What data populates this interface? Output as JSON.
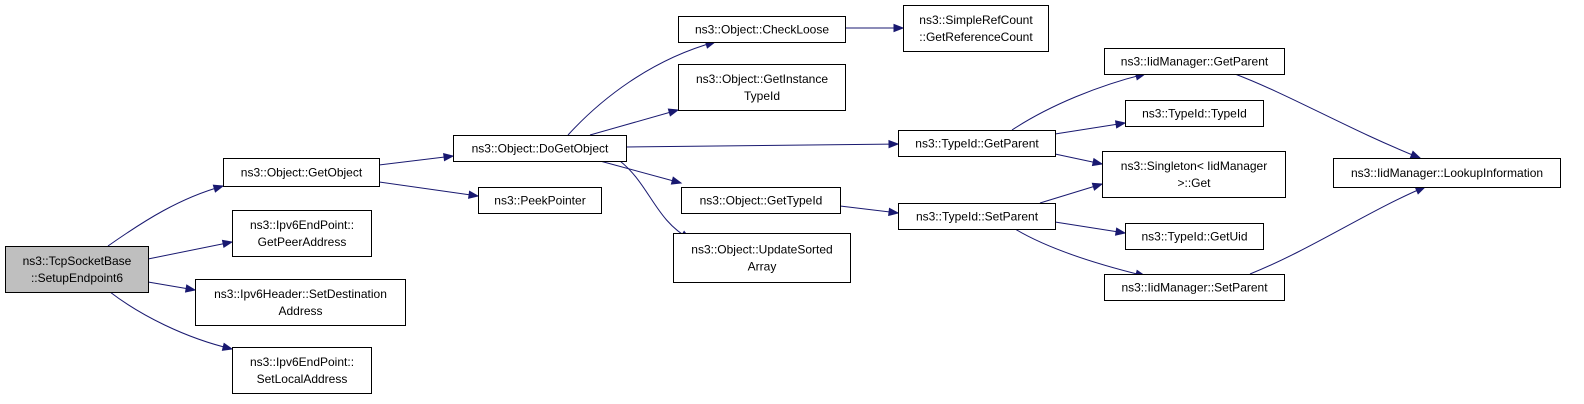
{
  "diagram": {
    "type": "call-graph",
    "root": "setup-endpoint6",
    "nodes": [
      {
        "id": "setup-endpoint6",
        "lines": [
          "ns3::TcpSocketBase",
          "::SetupEndpoint6"
        ],
        "root": true
      },
      {
        "id": "get-object",
        "lines": [
          "ns3::Object::GetObject"
        ]
      },
      {
        "id": "get-peer-address",
        "lines": [
          "ns3::Ipv6EndPoint::",
          "GetPeerAddress"
        ]
      },
      {
        "id": "set-destination-address",
        "lines": [
          "ns3::Ipv6Header::SetDestination",
          "Address"
        ]
      },
      {
        "id": "set-local-address",
        "lines": [
          "ns3::Ipv6EndPoint::",
          "SetLocalAddress"
        ]
      },
      {
        "id": "do-get-object",
        "lines": [
          "ns3::Object::DoGetObject"
        ]
      },
      {
        "id": "peek-pointer",
        "lines": [
          "ns3::PeekPointer"
        ]
      },
      {
        "id": "check-loose",
        "lines": [
          "ns3::Object::CheckLoose"
        ]
      },
      {
        "id": "get-instance-typeid",
        "lines": [
          "ns3::Object::GetInstance",
          "TypeId"
        ]
      },
      {
        "id": "object-get-typeid",
        "lines": [
          "ns3::Object::GetTypeId"
        ]
      },
      {
        "id": "update-sorted-array",
        "lines": [
          "ns3::Object::UpdateSorted",
          "Array"
        ]
      },
      {
        "id": "get-reference-count",
        "lines": [
          "ns3::SimpleRefCount",
          "::GetReferenceCount"
        ]
      },
      {
        "id": "typeid-get-parent",
        "lines": [
          "ns3::TypeId::GetParent"
        ]
      },
      {
        "id": "typeid-set-parent",
        "lines": [
          "ns3::TypeId::SetParent"
        ]
      },
      {
        "id": "iidmanager-get-parent",
        "lines": [
          "ns3::IidManager::GetParent"
        ]
      },
      {
        "id": "typeid-typeid",
        "lines": [
          "ns3::TypeId::TypeId"
        ]
      },
      {
        "id": "singleton-get",
        "lines": [
          "ns3::Singleton< IidManager",
          ">::Get"
        ]
      },
      {
        "id": "typeid-get-uid",
        "lines": [
          "ns3::TypeId::GetUid"
        ]
      },
      {
        "id": "iidmanager-set-parent",
        "lines": [
          "ns3::IidManager::SetParent"
        ]
      },
      {
        "id": "lookup-information",
        "lines": [
          "ns3::IidManager::LookupInformation"
        ]
      }
    ],
    "edges": [
      {
        "from": "setup-endpoint6",
        "to": "get-object"
      },
      {
        "from": "setup-endpoint6",
        "to": "get-peer-address"
      },
      {
        "from": "setup-endpoint6",
        "to": "set-destination-address"
      },
      {
        "from": "setup-endpoint6",
        "to": "set-local-address"
      },
      {
        "from": "get-object",
        "to": "do-get-object"
      },
      {
        "from": "get-object",
        "to": "peek-pointer"
      },
      {
        "from": "do-get-object",
        "to": "check-loose"
      },
      {
        "from": "do-get-object",
        "to": "get-instance-typeid"
      },
      {
        "from": "do-get-object",
        "to": "typeid-get-parent"
      },
      {
        "from": "do-get-object",
        "to": "object-get-typeid"
      },
      {
        "from": "do-get-object",
        "to": "update-sorted-array"
      },
      {
        "from": "check-loose",
        "to": "get-reference-count"
      },
      {
        "from": "object-get-typeid",
        "to": "typeid-set-parent"
      },
      {
        "from": "typeid-get-parent",
        "to": "iidmanager-get-parent"
      },
      {
        "from": "typeid-get-parent",
        "to": "typeid-typeid"
      },
      {
        "from": "typeid-get-parent",
        "to": "singleton-get"
      },
      {
        "from": "typeid-set-parent",
        "to": "singleton-get"
      },
      {
        "from": "typeid-set-parent",
        "to": "typeid-get-uid"
      },
      {
        "from": "typeid-set-parent",
        "to": "iidmanager-set-parent"
      },
      {
        "from": "iidmanager-get-parent",
        "to": "lookup-information"
      },
      {
        "from": "iidmanager-set-parent",
        "to": "lookup-information"
      }
    ],
    "colors": {
      "edge": "#191970",
      "node_border": "#000000",
      "node_fill": "#ffffff",
      "root_fill": "#bfbfbf",
      "text": "#000000"
    }
  }
}
